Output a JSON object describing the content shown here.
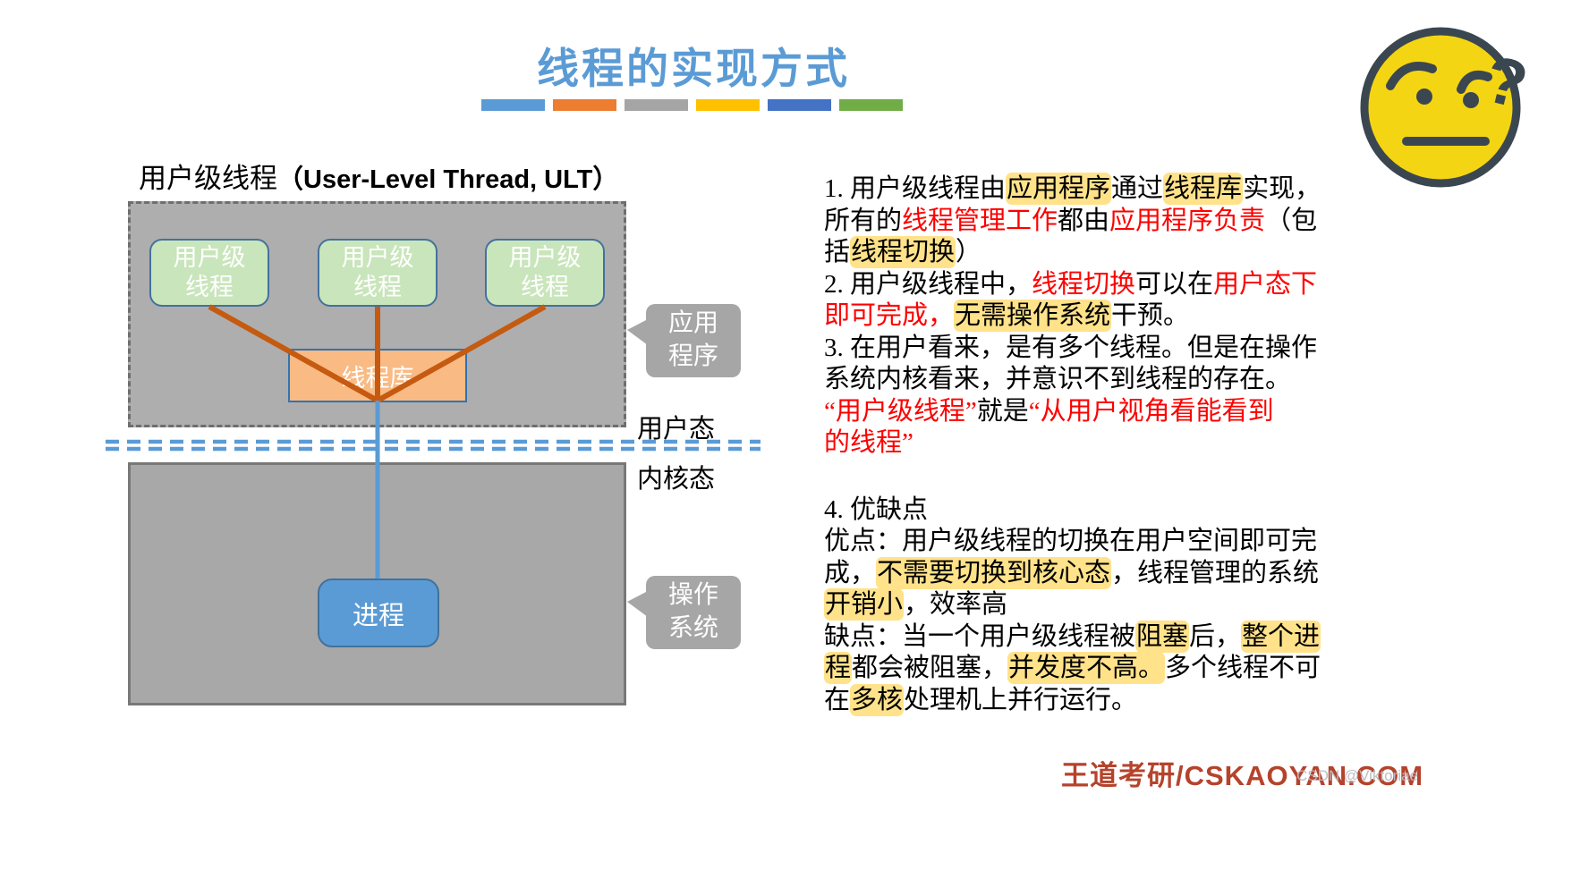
{
  "title": "线程的实现方式",
  "accent_bars": [
    "#5B9BD5",
    "#ED7D31",
    "#A5A5A5",
    "#FFC000",
    "#4472C4",
    "#70AD47"
  ],
  "icons": {
    "top_right": "thinking-face"
  },
  "diagram": {
    "heading_cn": "用户级线程",
    "heading_en": "（User-Level Thread, ULT）",
    "threads": [
      {
        "line1": "用户级",
        "line2": "线程"
      },
      {
        "line1": "用户级",
        "line2": "线程"
      },
      {
        "line1": "用户级",
        "line2": "线程"
      }
    ],
    "thread_lib": "线程库",
    "process": "进程",
    "callout_app": {
      "line1": "应用",
      "line2": "程序"
    },
    "callout_os": {
      "line1": "操作",
      "line2": "系统"
    },
    "user_mode": "用户态",
    "kernel_mode": "内核态"
  },
  "notes": {
    "lines": [
      {
        "gap": false,
        "segments": [
          [
            "1. 用户级线程由",
            "n"
          ],
          [
            "应用程序",
            "h"
          ],
          [
            "通过",
            "n"
          ],
          [
            "线程库",
            "h"
          ],
          [
            "实现，",
            "n"
          ]
        ]
      },
      {
        "gap": false,
        "segments": [
          [
            "所有的",
            "n"
          ],
          [
            "线程管理工作",
            "r"
          ],
          [
            "都由",
            "n"
          ],
          [
            "应用程序负责",
            "r"
          ],
          [
            "（包",
            "n"
          ]
        ]
      },
      {
        "gap": false,
        "segments": [
          [
            "括",
            "n"
          ],
          [
            "线程切换",
            "h"
          ],
          [
            "）",
            "n"
          ]
        ]
      },
      {
        "gap": false,
        "segments": [
          [
            "2. 用户级线程中，",
            "n"
          ],
          [
            "线程切换",
            "r"
          ],
          [
            "可以在",
            "n"
          ],
          [
            "用户态下",
            "r"
          ]
        ]
      },
      {
        "gap": false,
        "segments": [
          [
            "即可完成，",
            "r"
          ],
          [
            "无需操作系统",
            "h"
          ],
          [
            "干预。",
            "n"
          ]
        ]
      },
      {
        "gap": false,
        "segments": [
          [
            "3. 在用户看来，是有多个线程。但是在操作",
            "n"
          ]
        ]
      },
      {
        "gap": false,
        "segments": [
          [
            "系统内核看来，并意识不到线程的存在。",
            "n"
          ]
        ]
      },
      {
        "gap": false,
        "segments": [
          [
            "“用户级线程”",
            "r"
          ],
          [
            "就是",
            "n"
          ],
          [
            "“从用户视角看能看到",
            "r"
          ]
        ]
      },
      {
        "gap": false,
        "segments": [
          [
            "的线程”",
            "r"
          ]
        ]
      },
      {
        "gap": true,
        "segments": [
          [
            "4. 优缺点",
            "n"
          ]
        ]
      },
      {
        "gap": false,
        "segments": [
          [
            "优点：用户级线程的切换在用户空间即可完",
            "n"
          ]
        ]
      },
      {
        "gap": false,
        "segments": [
          [
            "成，",
            "n"
          ],
          [
            "不需要切换到核心态",
            "h"
          ],
          [
            "，线程管理的系统",
            "n"
          ]
        ]
      },
      {
        "gap": false,
        "segments": [
          [
            "开销小",
            "h"
          ],
          [
            "，效率高",
            "n"
          ]
        ]
      },
      {
        "gap": false,
        "segments": [
          [
            "缺点：当一个用户级线程被",
            "n"
          ],
          [
            "阻塞",
            "h"
          ],
          [
            "后，",
            "n"
          ],
          [
            "整个进",
            "h"
          ]
        ]
      },
      {
        "gap": false,
        "segments": [
          [
            "程",
            "h"
          ],
          [
            "都会被阻塞，",
            "n"
          ],
          [
            "并发度不高。",
            "h"
          ],
          [
            "多个线程不可",
            "n"
          ]
        ]
      },
      {
        "gap": false,
        "segments": [
          [
            "在",
            "n"
          ],
          [
            "多核",
            "h"
          ],
          [
            "处理机上并行运行。",
            "n"
          ]
        ]
      }
    ]
  },
  "footer": {
    "brand": "王道考研/CSKAOYAN.COM",
    "watermark": "CSDN @Viktoriae"
  },
  "colors": {
    "title": "#5B9BD5",
    "red": "#FE0000",
    "highlight": "#FFE28A",
    "brand": "#B5432C",
    "line-orange": "#C55A11",
    "line-blue": "#5B9BD5"
  }
}
